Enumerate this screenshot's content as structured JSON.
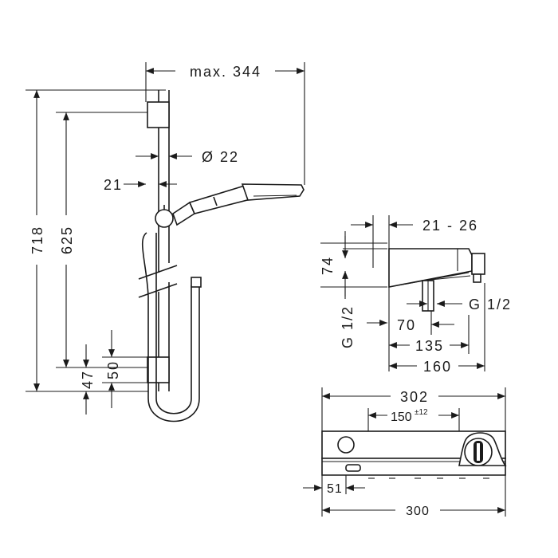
{
  "shower_set": {
    "dims": {
      "max_reach": "max. 344",
      "rail_diameter": "Ø 22",
      "rail_offset": "21",
      "total_height": "718",
      "rail_height": "625",
      "bracket_height": "50",
      "bottom_offset": "47"
    }
  },
  "thermostat_side": {
    "dims": {
      "depth_range": "21 - 26",
      "height": "74",
      "inlet_left": "G 1/2",
      "inlet_right": "G 1/2",
      "d70": "70",
      "d135": "135",
      "d160": "160"
    }
  },
  "thermostat_front": {
    "dims": {
      "width_top": "302",
      "centres": "150",
      "centres_tol": "±12",
      "d51": "51",
      "width_bottom": "300"
    }
  }
}
